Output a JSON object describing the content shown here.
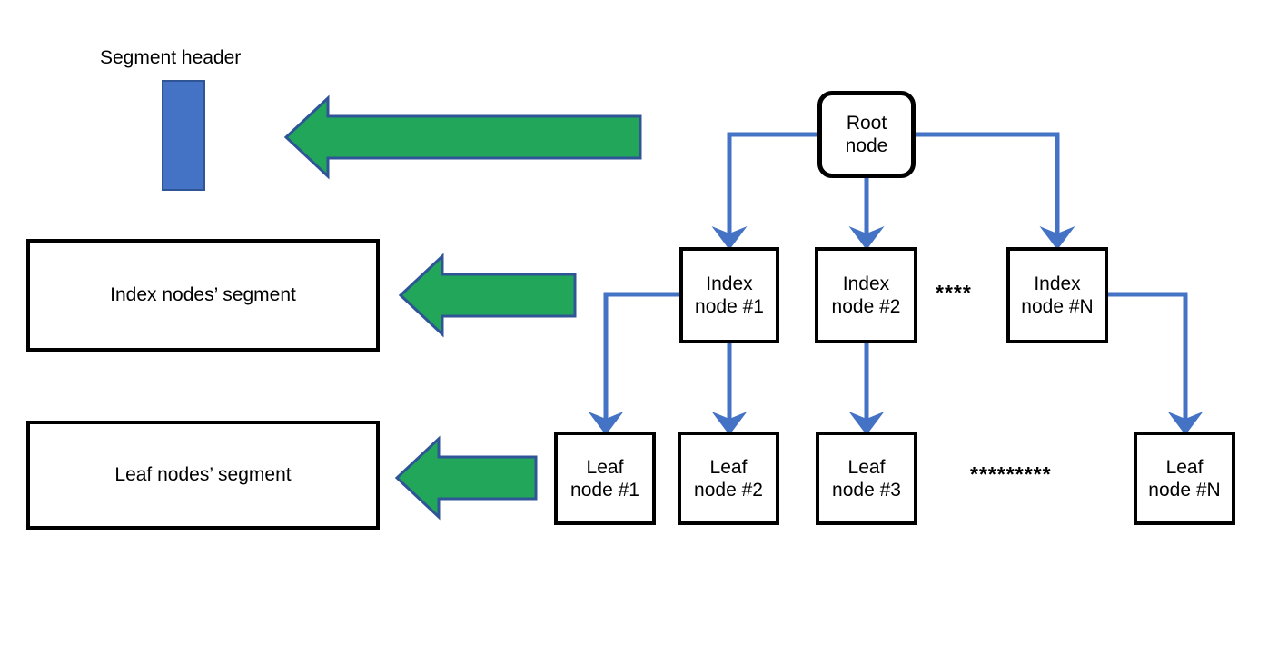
{
  "diagram": {
    "title_label": "Segment header",
    "segments": [
      {
        "name": "segment-header-bar",
        "label": "Segment header"
      },
      {
        "name": "index-segment-box",
        "label": "Index nodes’ segment"
      },
      {
        "name": "leaf-segment-box",
        "label": "Leaf nodes’ segment"
      }
    ],
    "tree": {
      "root": {
        "label": "Root\nnode"
      },
      "index_nodes": [
        {
          "label": "Index\nnode #1"
        },
        {
          "label": "Index\nnode #2"
        },
        {
          "label": "Index\nnode #N"
        }
      ],
      "leaf_nodes": [
        {
          "label": "Leaf\nnode #1"
        },
        {
          "label": "Leaf\nnode #2"
        },
        {
          "label": "Leaf\nnode #3"
        },
        {
          "label": "Leaf\nnode #N"
        }
      ],
      "index_ellipsis": "****",
      "leaf_ellipsis": "*********"
    },
    "mapping_arrows": [
      {
        "name": "header-mapping-arrow",
        "target": "Segment header"
      },
      {
        "name": "index-mapping-arrow",
        "target": "Index nodes’ segment"
      },
      {
        "name": "leaf-mapping-arrow",
        "target": "Leaf nodes’ segment"
      }
    ],
    "colors": {
      "node_border": "#000000",
      "node_fill": "#FFFFFF",
      "connector_blue": "#4472C4",
      "header_bar_fill": "#4472C4",
      "header_bar_stroke": "#2F5597",
      "arrow_green_fill": "#22A75A",
      "arrow_green_stroke": "#2F5597",
      "background": "#FFFFFF",
      "text": "#000000"
    }
  }
}
